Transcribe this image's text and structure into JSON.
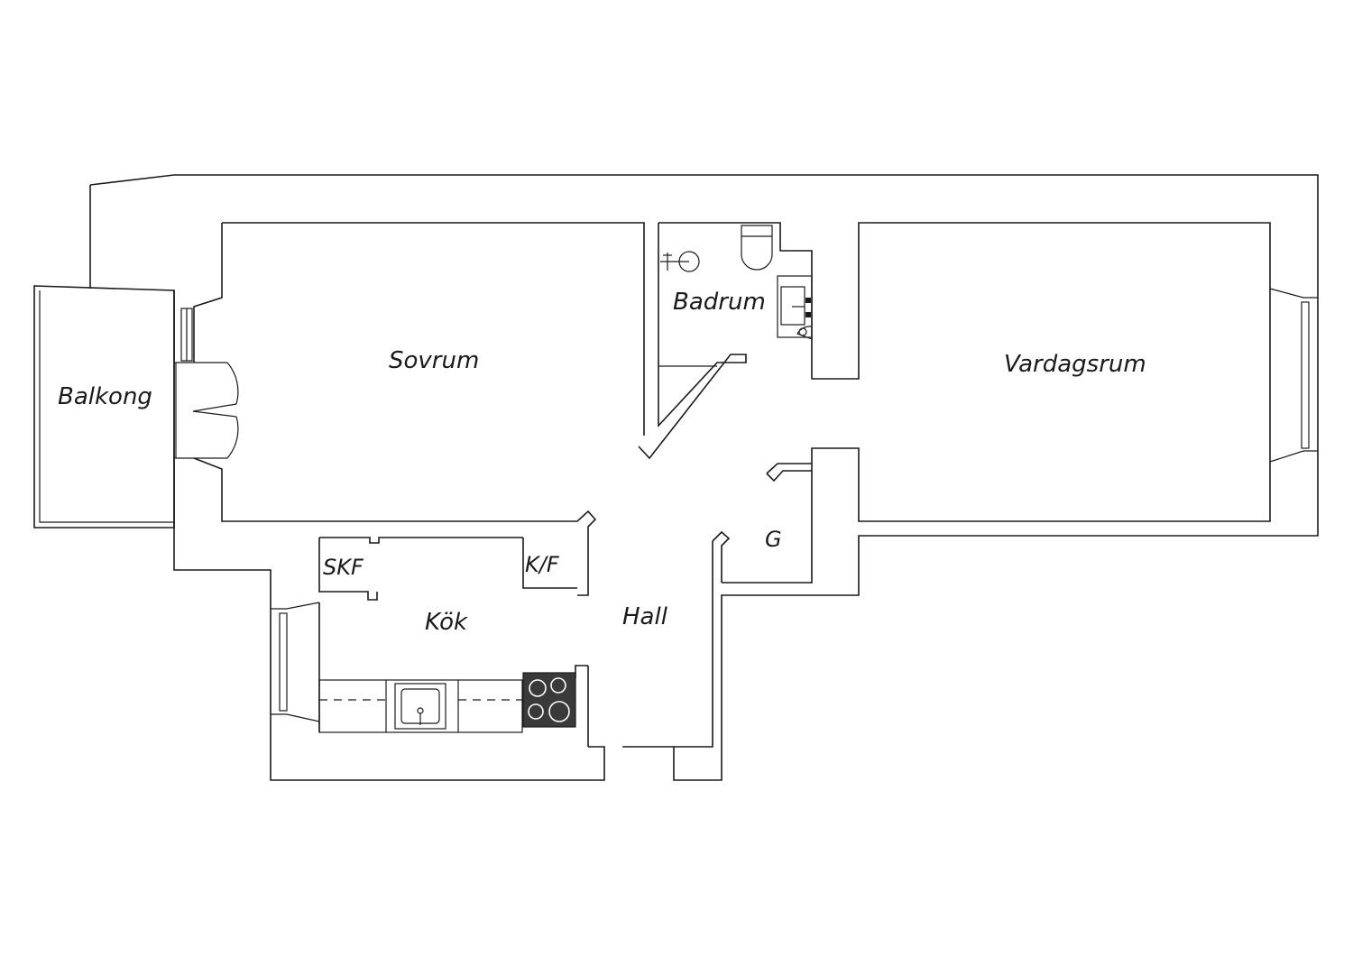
{
  "rooms": {
    "balkong": "Balkong",
    "sovrum": "Sovrum",
    "badrum": "Badrum",
    "vardagsrum": "Vardagsrum",
    "kok": "Kök",
    "hall": "Hall",
    "skf": "SKF",
    "kf": "K/F",
    "g": "G"
  },
  "icons": {
    "stove": "stove-icon",
    "sink": "sink-icon",
    "toilet": "toilet-icon",
    "shower": "shower-icon",
    "washbasin": "washbasin-icon",
    "door": "door-icon",
    "window": "window-icon"
  },
  "colors": {
    "line": "#1a1a1a",
    "stove": "#3a3a3a",
    "background": "#ffffff"
  }
}
